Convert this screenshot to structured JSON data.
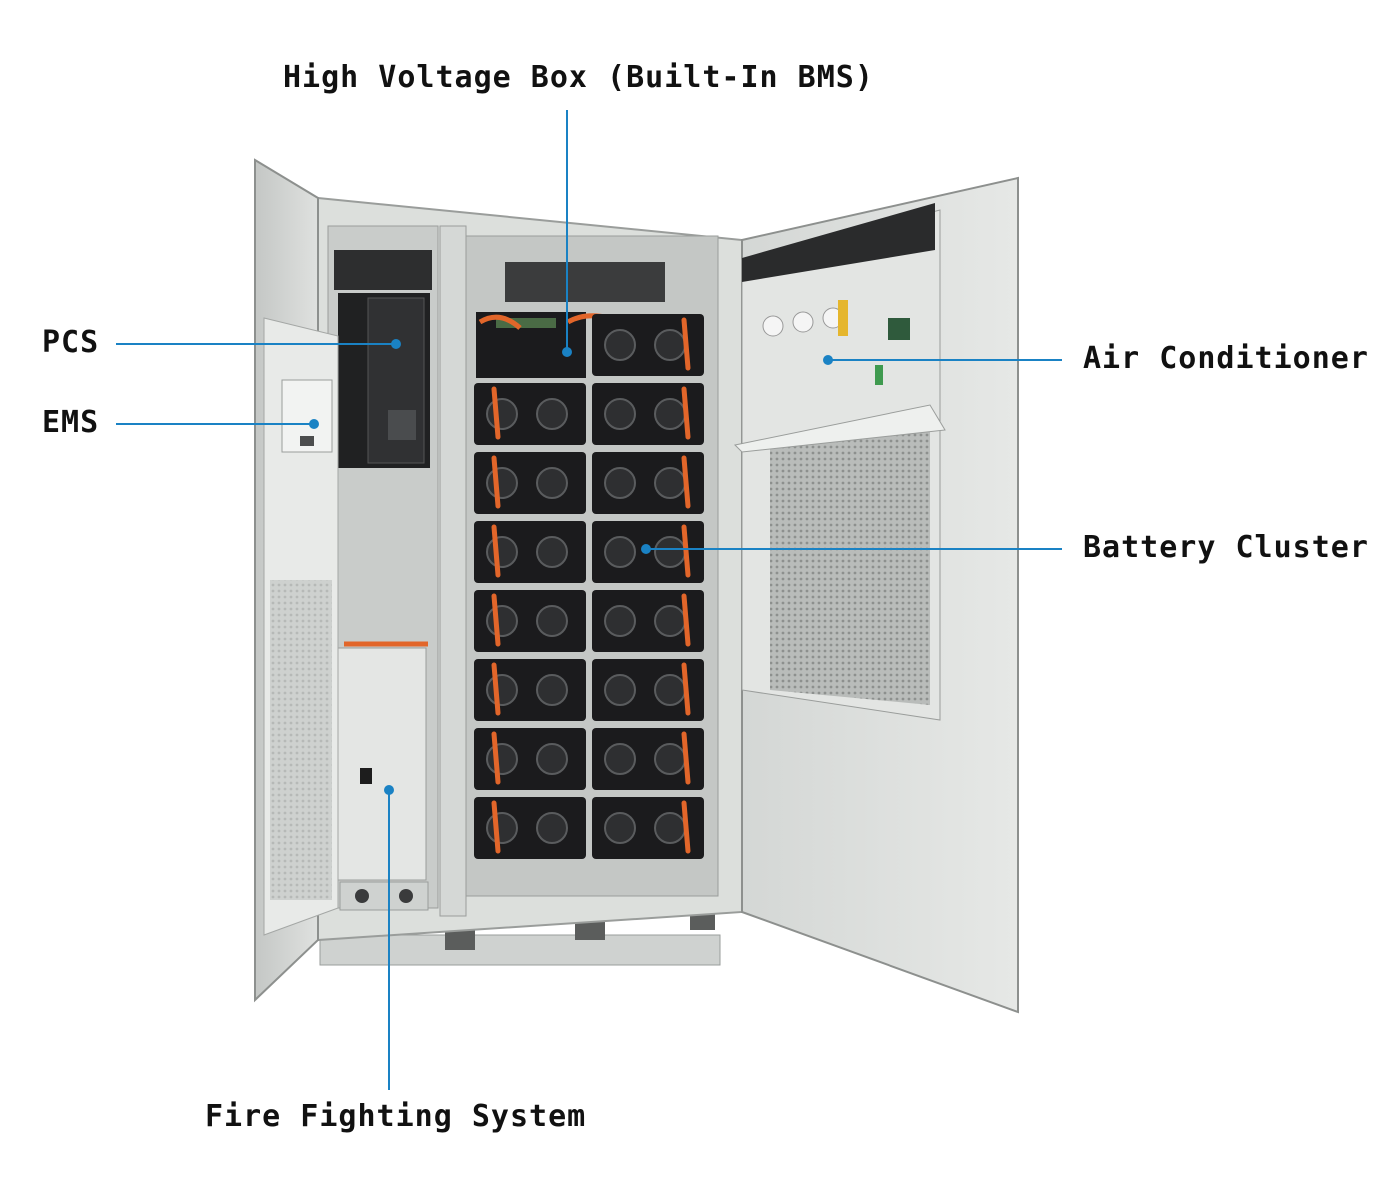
{
  "callouts": {
    "high_voltage_box": "High Voltage Box (Built-In BMS)",
    "pcs": "PCS",
    "ems": "EMS",
    "air_conditioner": "Air Conditioner",
    "battery_cluster": "Battery Cluster",
    "fire_fighting": "Fire Fighting System"
  },
  "colors": {
    "leader_line": "#1a82c4",
    "label_text": "#111111",
    "cabinet_body": "#dcdfdc",
    "cabinet_interior": "#c9ccca",
    "battery_module": "#1b1b1d",
    "cable_orange": "#e2662a"
  },
  "battery_cluster": {
    "columns": 2,
    "rows": 8
  }
}
